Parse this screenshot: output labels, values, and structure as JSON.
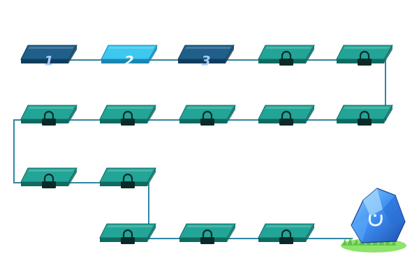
{
  "colors": {
    "path": "#2f86a6",
    "completed_top": "#1f5f8a",
    "completed_side": "#0f3d5c",
    "current_top": "#3cc8ef",
    "current_side": "#1a86b4",
    "locked_top": "#22a597",
    "locked_side": "#0f6a61",
    "lock": "#0a2a2a",
    "label_completed": "#a8c9ff",
    "label_current": "#ffffff",
    "crystal": "#3d8df0",
    "grass": "#6fd35a"
  },
  "levels": [
    {
      "label": "1",
      "state": "completed"
    },
    {
      "label": "2",
      "state": "current"
    },
    {
      "label": "3",
      "state": "completed"
    },
    {
      "label": "",
      "state": "locked",
      "icon": "lock-icon"
    },
    {
      "label": "",
      "state": "locked",
      "icon": "lock-icon"
    },
    {
      "label": "",
      "state": "locked",
      "icon": "lock-icon"
    },
    {
      "label": "",
      "state": "locked",
      "icon": "lock-icon"
    },
    {
      "label": "",
      "state": "locked",
      "icon": "lock-icon"
    },
    {
      "label": "",
      "state": "locked",
      "icon": "lock-icon"
    },
    {
      "label": "",
      "state": "locked",
      "icon": "lock-icon"
    },
    {
      "label": "",
      "state": "locked",
      "icon": "lock-icon"
    },
    {
      "label": "",
      "state": "locked",
      "icon": "lock-icon"
    },
    {
      "label": "",
      "state": "locked",
      "icon": "lock-icon"
    },
    {
      "label": "",
      "state": "locked",
      "icon": "lock-icon"
    },
    {
      "label": "",
      "state": "locked",
      "icon": "lock-icon"
    }
  ],
  "goal": {
    "icon": "crystal-icon"
  }
}
